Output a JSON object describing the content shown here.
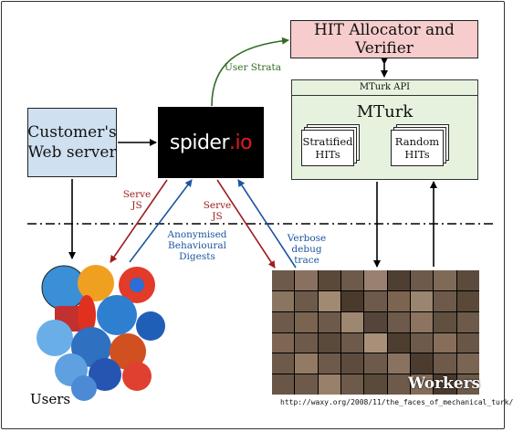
{
  "nodes": {
    "hit_allocator": "HIT Allocator and Verifier",
    "customer_server": "Customer's Web server",
    "spider_io_a": "spider",
    "spider_io_b": ".io",
    "mturk_api": "MTurk API",
    "mturk": "MTurk",
    "stratified_hits": "Stratified HITs",
    "random_hits": "Random HITs",
    "users": "Users",
    "workers": "Workers"
  },
  "edges": {
    "user_strata": "User Strata",
    "serve_js_left": "Serve JS",
    "anonymised_digests": "Anonymised Behavioural Digests",
    "serve_js_right": "Serve JS",
    "verbose_debug": "Verbose debug trace"
  },
  "credit_url": "http://waxy.org/2008/11/the_faces_of_mechanical_turk/",
  "colors": {
    "serve_arrow": "#a01c1c",
    "digest_arrow": "#1c55a0",
    "strata_arrow": "#2f6b22",
    "hit_box": "#f6cccc",
    "customer_box": "#cfe0f0",
    "mturk_box": "#e6f2de"
  }
}
